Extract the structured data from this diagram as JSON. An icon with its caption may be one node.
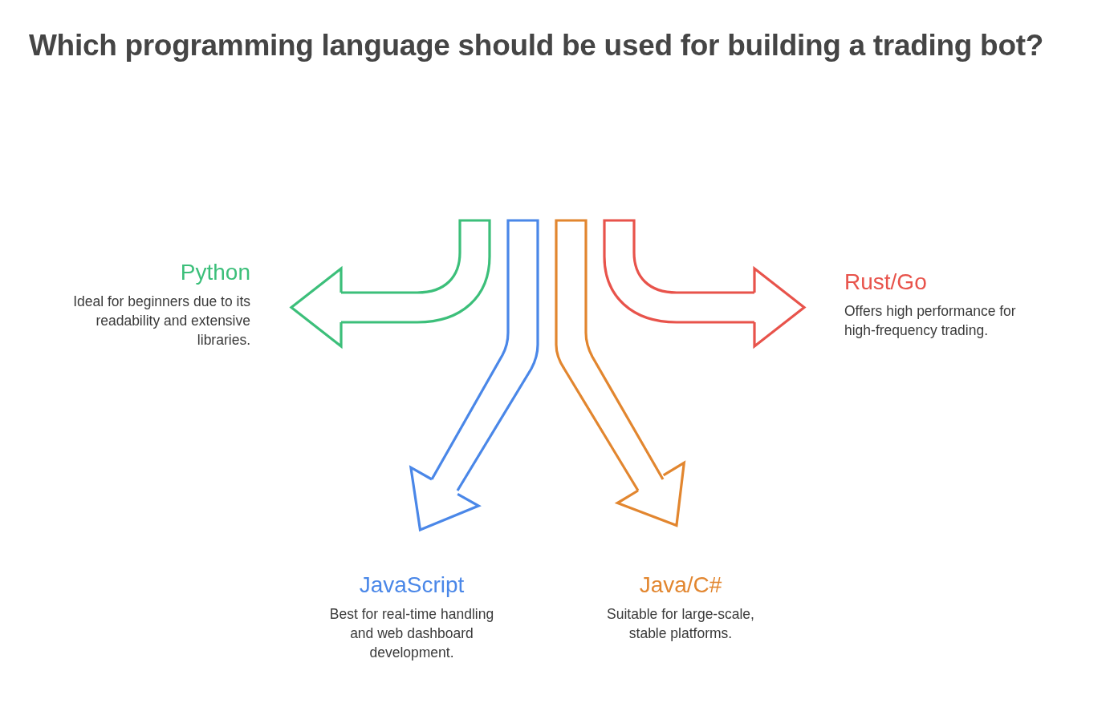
{
  "diagram": {
    "title": "Which programming language should be used for building a trading bot?",
    "nodes": [
      {
        "text": [
          "Python",
          "Ideal for beginners due to its readability and extensive libraries."
        ]
      },
      {
        "text": [
          "Rust/Go",
          "Offers high performance for high-frequency trading."
        ]
      },
      {
        "text": [
          "JavaScript",
          "Best for real-time handling and web dashboard development."
        ]
      },
      {
        "text": [
          "Java/C#",
          "Suitable for large-scale, stable platforms."
        ]
      }
    ],
    "edges": [
      {
        "from": null,
        "to": 0,
        "arrow": "to",
        "color": "#3cbf7a"
      },
      {
        "from": null,
        "to": 2,
        "arrow": "to",
        "color": "#4a87e8"
      },
      {
        "from": null,
        "to": 3,
        "arrow": "to",
        "color": "#e2862f"
      },
      {
        "from": null,
        "to": 1,
        "arrow": "to",
        "color": "#e8534b"
      }
    ]
  }
}
